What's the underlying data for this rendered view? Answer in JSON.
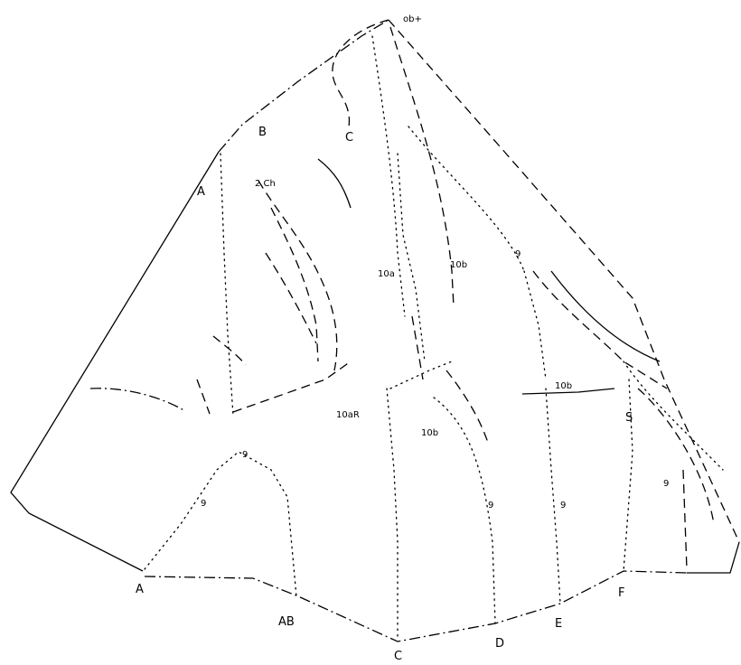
{
  "diagram": {
    "labels": {
      "apex": "ob+",
      "b_top": "B",
      "c_top": "C",
      "a_left": "A",
      "ch": "2 Ch",
      "s10a": "10a",
      "s10b_upper": "10b",
      "s9_upper": "9",
      "s10b_mid": "10b",
      "s10aR": "10aR",
      "s10b_lower": "10b",
      "s9_mid_right": "9",
      "s9_lower_left": "9",
      "s9_left": "9",
      "s9_center": "9",
      "s9_right": "9",
      "s9_far_right": "9",
      "s_right": "S",
      "a_bottom": "A",
      "ab_bottom": "AB",
      "c_bottom": "C",
      "d_bottom": "D",
      "e_bottom": "E",
      "f_bottom": "F"
    }
  }
}
